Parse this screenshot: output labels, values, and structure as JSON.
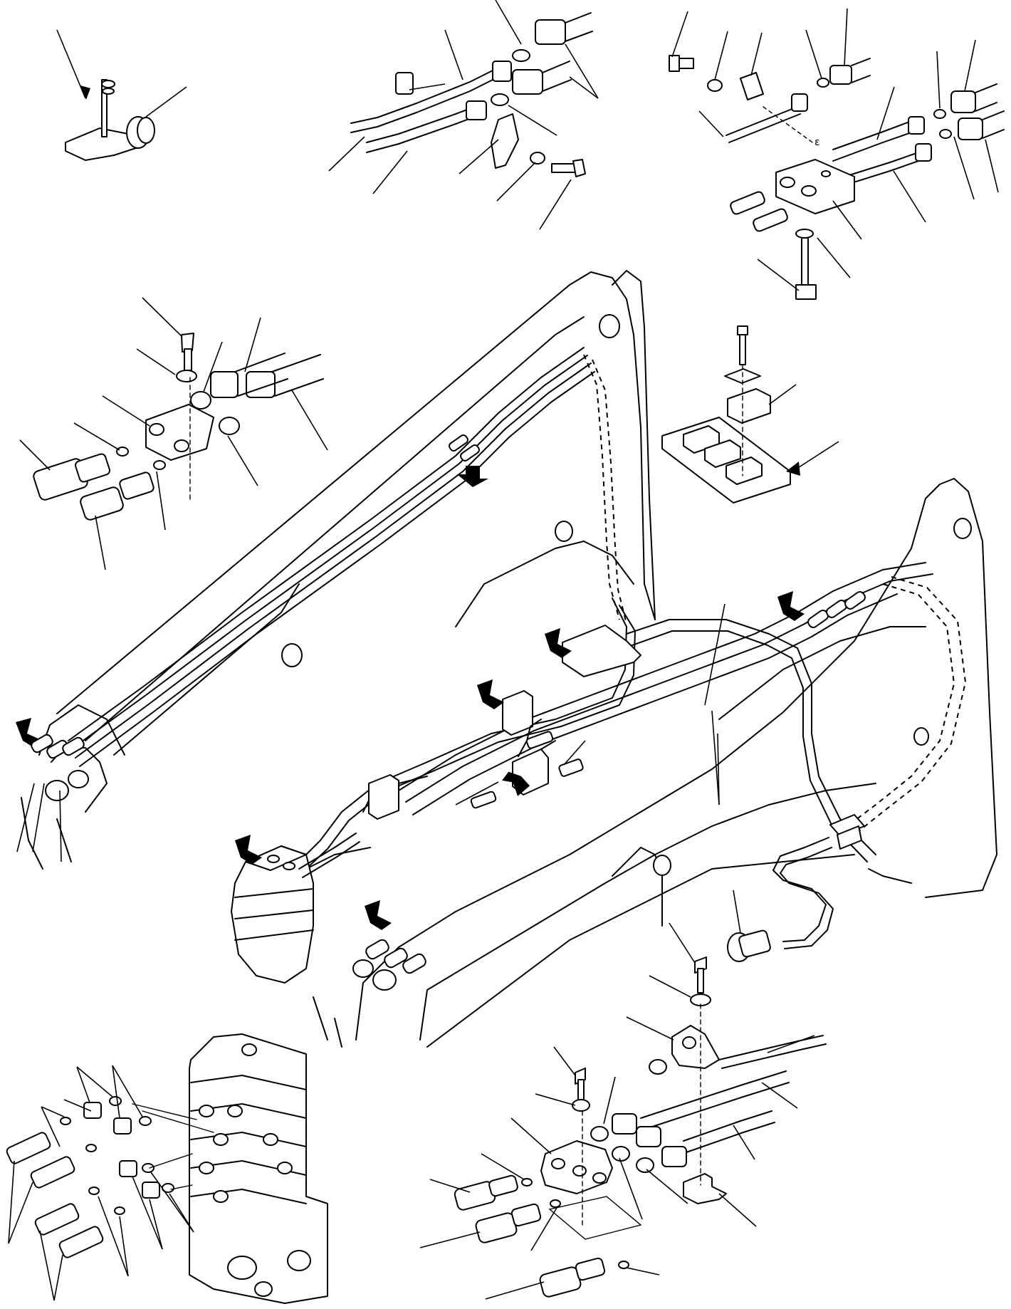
{
  "figure": {
    "kind": "exploded hydraulic piping parts drawing",
    "callout_text": "ε"
  },
  "colors": {
    "line": "#000000",
    "background": "#ffffff"
  },
  "groups": [
    {
      "id": "detail-top-left",
      "parts": [
        "stud",
        "nut",
        "bracket-plate",
        "grommet"
      ]
    },
    {
      "id": "detail-top-center",
      "parts": [
        "tubes",
        "hose-fittings",
        "o-rings",
        "clamp-halves",
        "washer",
        "bolt"
      ]
    },
    {
      "id": "detail-top-right",
      "parts": [
        "bolt",
        "washer",
        "clip",
        "tube",
        "o-rings",
        "clamp-block",
        "hoses"
      ]
    },
    {
      "id": "detail-left-coupler",
      "parts": [
        "bolt",
        "washer",
        "plate",
        "nuts",
        "hoses",
        "quick-couplers",
        "o-rings"
      ]
    },
    {
      "id": "detail-clamp-plate",
      "parts": [
        "bolt",
        "plate",
        "clamp-blocks",
        "base-plate"
      ]
    },
    {
      "id": "main-view",
      "parts": [
        "boom-arm-left",
        "boom-arm-right",
        "control-valve",
        "hose-routing",
        "solenoid-valve"
      ]
    },
    {
      "id": "detail-valve-block",
      "parts": [
        "valve-block",
        "fittings",
        "o-rings",
        "hose-ends"
      ]
    },
    {
      "id": "detail-bottom-right-coupler",
      "parts": [
        "bolt",
        "washer",
        "plate",
        "bracket",
        "electrical-connector",
        "hoses",
        "quick-couplers",
        "o-rings"
      ]
    }
  ]
}
